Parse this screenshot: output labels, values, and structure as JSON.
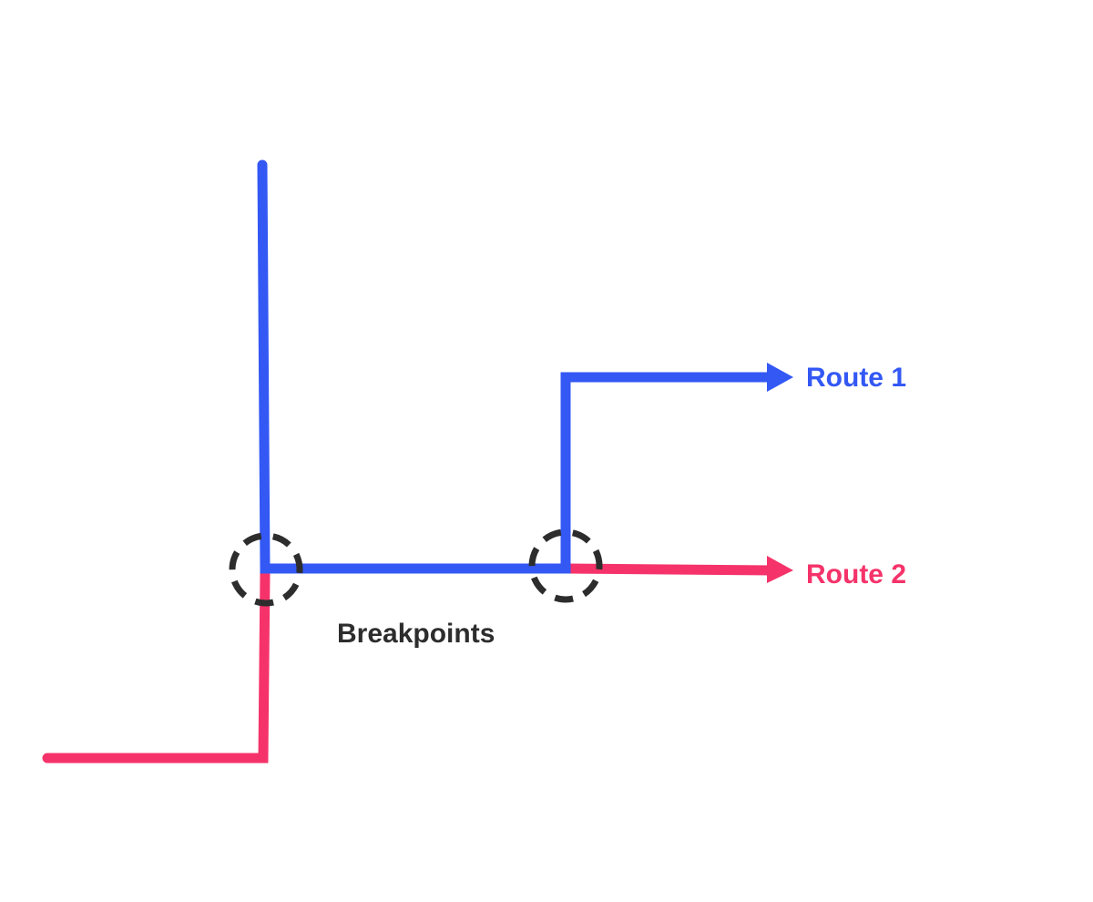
{
  "labels": {
    "route_1": "Route 1",
    "route_2": "Route 2",
    "breakpoints": "Breakpoints"
  },
  "colors": {
    "route_1": "#3358f4",
    "route_2": "#f5336a",
    "breakpoint": "#2d2d2d",
    "background": "#ffffff"
  }
}
